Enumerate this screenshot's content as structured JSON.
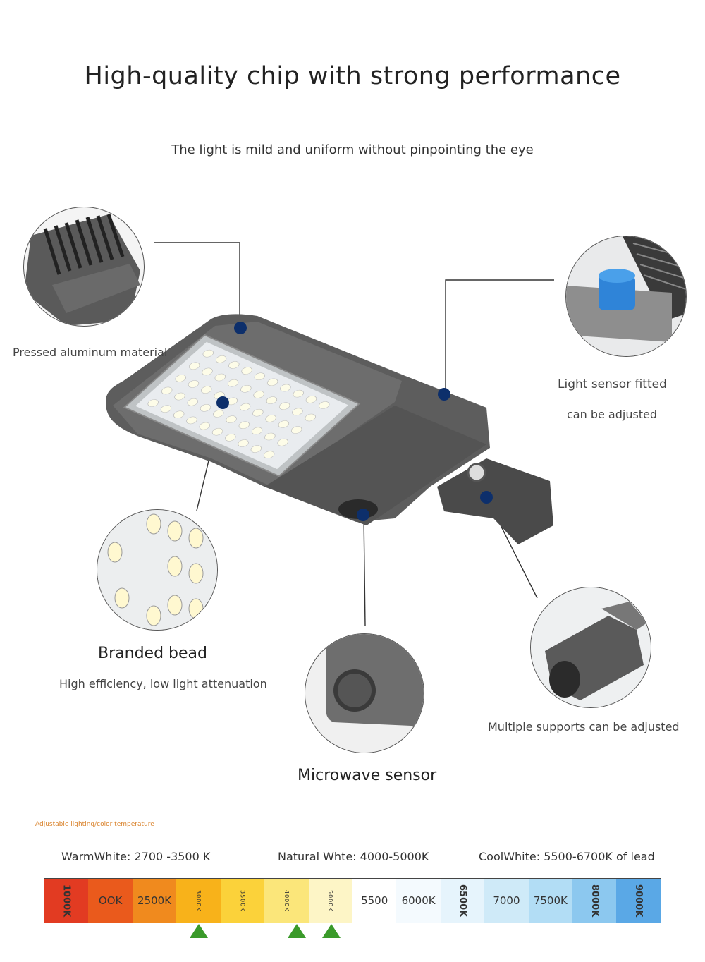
{
  "header": {
    "title": "High-quality chip with strong performance",
    "subtitle": "The light is mild and uniform without pinpointing the eye"
  },
  "callouts": {
    "housing": {
      "label": "Pressed aluminum material"
    },
    "light_sensor": {
      "label_line1": "Light sensor fitted",
      "label_line2": "can be adjusted"
    },
    "bead": {
      "title": "Branded bead",
      "description": "High efficiency, low light attenuation"
    },
    "microwave": {
      "title": "Microwave sensor"
    },
    "supports": {
      "label": "Multiple supports can be adjusted"
    }
  },
  "color_temperature": {
    "note": "Adjustable lighting/color temperature",
    "warm": "WarmWhite: 2700 -3500 K",
    "natural": "Natural Whte: 4000-5000K",
    "cool": "CoolWhite: 5500-6700K of lead",
    "segments": [
      {
        "label": "1000K",
        "color": "#e23b22",
        "style": "vertical"
      },
      {
        "label": "OOK",
        "color": "#ea5a1c",
        "style": "normal"
      },
      {
        "label": "2500K",
        "color": "#f08a1e",
        "style": "normal"
      },
      {
        "label": "3000K",
        "color": "#f8b21a",
        "style": "small"
      },
      {
        "label": "3500K",
        "color": "#fbd23a",
        "style": "small"
      },
      {
        "label": "4000K",
        "color": "#fbe67a",
        "style": "small"
      },
      {
        "label": "5000K",
        "color": "#fdf5c6",
        "style": "small"
      },
      {
        "label": "5500",
        "color": "#ffffff",
        "style": "normal"
      },
      {
        "label": "6000K",
        "color": "#f4fafe",
        "style": "normal"
      },
      {
        "label": "6500K",
        "color": "#e6f4fc",
        "style": "vertical"
      },
      {
        "label": "7000",
        "color": "#cfeaf8",
        "style": "normal"
      },
      {
        "label": "7500K",
        "color": "#b2ddf5",
        "style": "normal"
      },
      {
        "label": "8000K",
        "color": "#8cc8ef",
        "style": "vertical"
      },
      {
        "label": "9000K",
        "color": "#5aa8e6",
        "style": "vertical"
      }
    ],
    "marker_color": "#3a9a2a"
  }
}
